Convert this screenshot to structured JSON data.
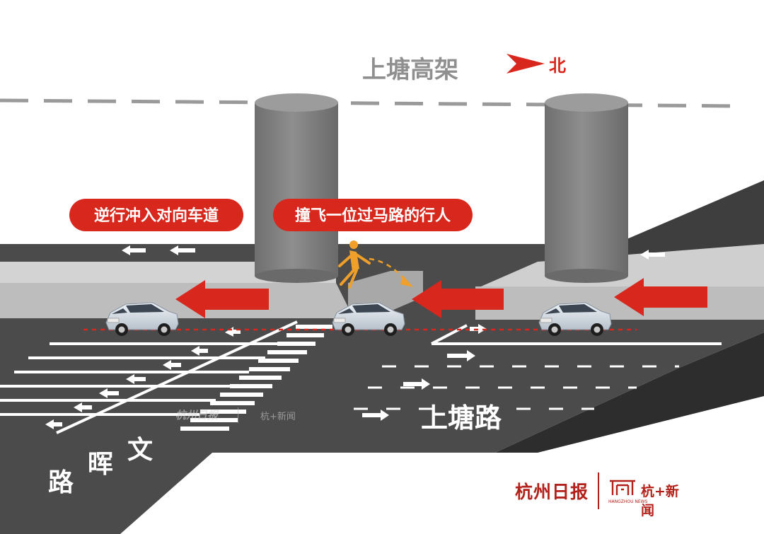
{
  "labels": {
    "elevated_road": "上塘高架",
    "north": "北",
    "road_east_west": "上塘路",
    "road_wenhui": [
      "文",
      "晖",
      "路"
    ],
    "callout_left": "逆行冲入对向车道",
    "callout_right": "撞飞一位过马路的行人"
  },
  "watermark": {
    "paper_name": "杭州日报",
    "app_name": "杭+新闻"
  },
  "brand": {
    "paper_name": "杭州日报",
    "app_name": "杭+新闻",
    "app_sub": "HANGZHOU NEWS"
  },
  "icons": {
    "north_arrow": "north-arrow-icon",
    "car": "suv-car-icon",
    "pedestrian": "pedestrian-hit-icon",
    "motion_arrow": "big-left-arrow-icon"
  },
  "colors": {
    "background": "#ffffff",
    "road_top": "#4b4b4b",
    "road_side": "#2d2d2d",
    "median": "#c3c3c3",
    "pillar": "#7f7f7f",
    "accent_red": "#d8281e",
    "pedestrian_orange": "#f0a02a",
    "lane_marking": "#ffffff"
  }
}
